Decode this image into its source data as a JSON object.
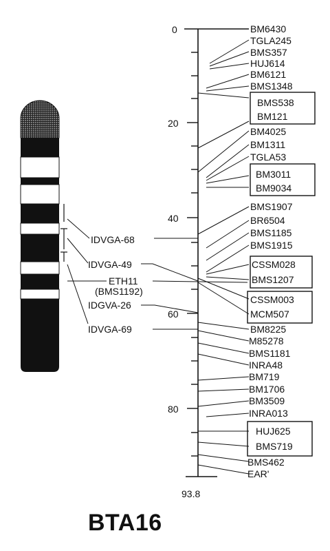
{
  "title": "BTA16",
  "scale": {
    "ticks": [
      "0",
      "20",
      "40",
      "60",
      "80"
    ],
    "end_label": "93.8"
  },
  "markers": [
    "BM6430",
    "TGLA245",
    "BMS357",
    "HUJ614",
    "BM6121",
    "BMS1348",
    "BMS538",
    "BM121",
    "BM4025",
    "BM1311",
    "TGLA53",
    "BM3011",
    "BM9034",
    "BMS1907",
    "BR6504",
    "BMS1185",
    "BMS1915",
    "CSSM028",
    "BMS1207",
    "CSSM003",
    "MCM507",
    "BM8225",
    "M85278",
    "BMS1181",
    "INRA48",
    "BM719",
    "BM1706",
    "BM3509",
    "INRA013",
    "HUJ625",
    "BMS719",
    "BMS462",
    "EAR'"
  ],
  "physical_markers": [
    "IDVGA-68",
    "IDVGA-49",
    "ETH11",
    "(BMS1192)",
    "IDGVA-26",
    "IDVGA-69"
  ],
  "colors": {
    "ink": "#111111",
    "background": "#ffffff"
  }
}
